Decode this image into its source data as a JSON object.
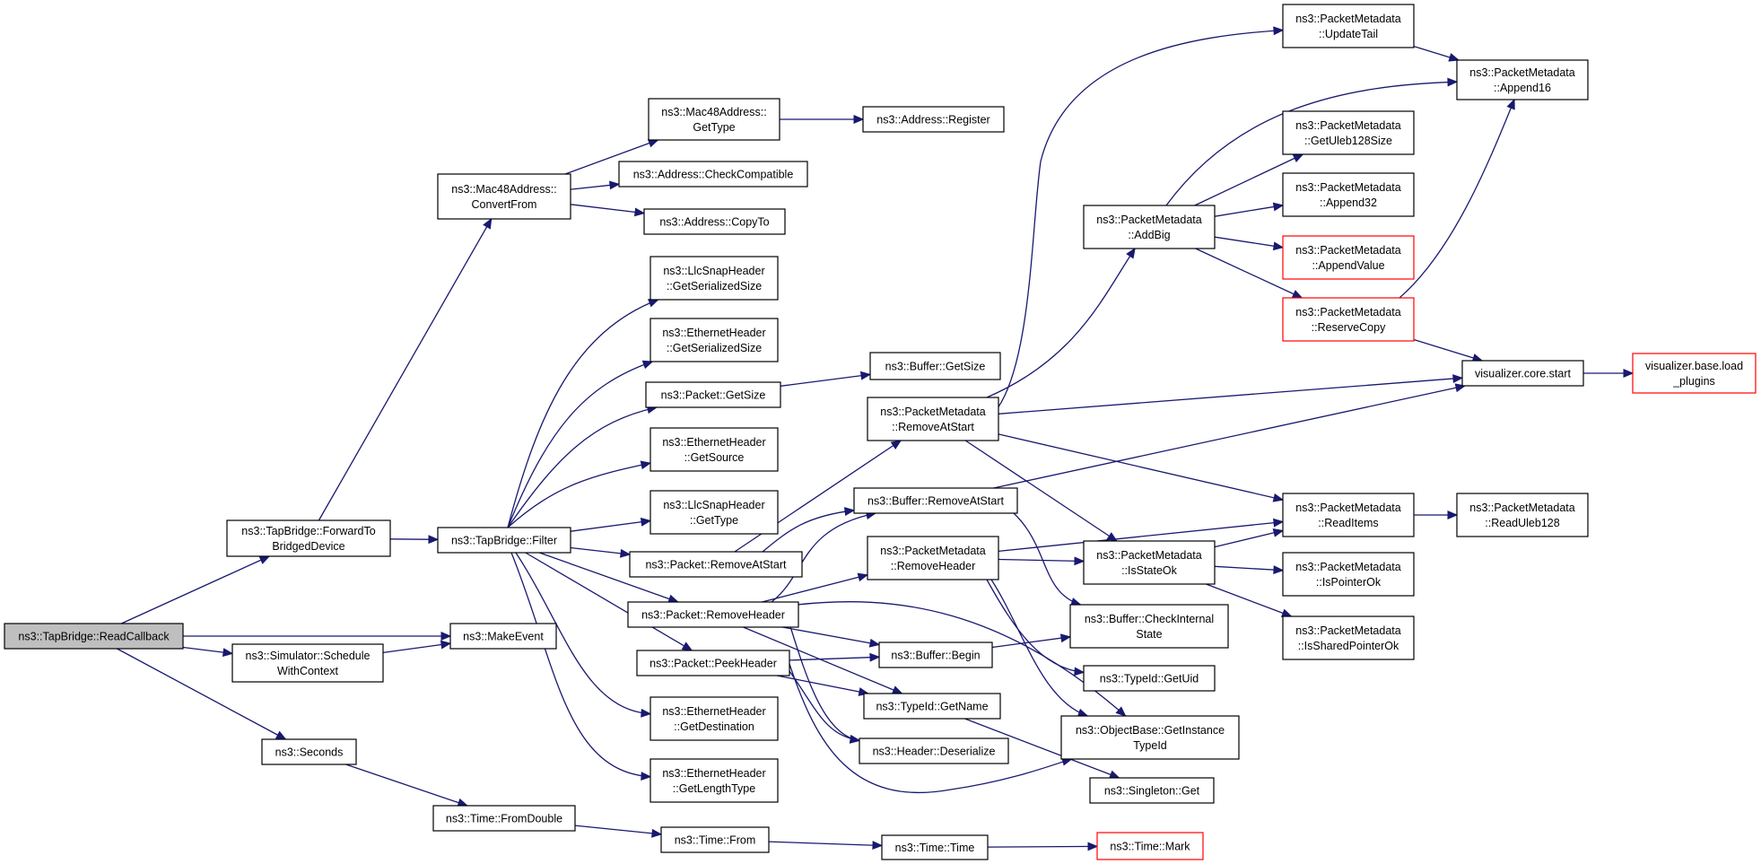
{
  "diagram": {
    "colors": {
      "edge": "#191970",
      "border_normal": "#000000",
      "border_truncated": "#ff0000",
      "fill_root": "#bfbfbf",
      "fill_normal": "#ffffff"
    },
    "nodes": [
      {
        "id": "readcb",
        "lines": [
          "ns3::TapBridge::ReadCallback"
        ],
        "style": "root"
      },
      {
        "id": "fwd",
        "lines": [
          "ns3::TapBridge::ForwardTo",
          "BridgedDevice"
        ]
      },
      {
        "id": "sched",
        "lines": [
          "ns3::Simulator::Schedule",
          "WithContext"
        ]
      },
      {
        "id": "makeevent",
        "lines": [
          "ns3::MakeEvent"
        ]
      },
      {
        "id": "seconds",
        "lines": [
          "ns3::Seconds"
        ]
      },
      {
        "id": "fromdouble",
        "lines": [
          "ns3::Time::FromDouble"
        ]
      },
      {
        "id": "timefrom",
        "lines": [
          "ns3::Time::From"
        ]
      },
      {
        "id": "timetime",
        "lines": [
          "ns3::Time::Time"
        ]
      },
      {
        "id": "timemark",
        "lines": [
          "ns3::Time::Mark"
        ],
        "style": "truncated"
      },
      {
        "id": "convertfrom",
        "lines": [
          "ns3::Mac48Address::",
          "ConvertFrom"
        ]
      },
      {
        "id": "mac48gettype",
        "lines": [
          "ns3::Mac48Address::",
          "GetType"
        ]
      },
      {
        "id": "addrregister",
        "lines": [
          "ns3::Address::Register"
        ]
      },
      {
        "id": "checkcompat",
        "lines": [
          "ns3::Address::CheckCompatible"
        ]
      },
      {
        "id": "copyto",
        "lines": [
          "ns3::Address::CopyTo"
        ]
      },
      {
        "id": "filter",
        "lines": [
          "ns3::TapBridge::Filter"
        ]
      },
      {
        "id": "llcsize",
        "lines": [
          "ns3::LlcSnapHeader",
          "::GetSerializedSize"
        ]
      },
      {
        "id": "ethsize",
        "lines": [
          "ns3::EthernetHeader",
          "::GetSerializedSize"
        ]
      },
      {
        "id": "pktgetsize",
        "lines": [
          "ns3::Packet::GetSize"
        ]
      },
      {
        "id": "bufgetsize",
        "lines": [
          "ns3::Buffer::GetSize"
        ]
      },
      {
        "id": "ethsource",
        "lines": [
          "ns3::EthernetHeader",
          "::GetSource"
        ]
      },
      {
        "id": "llcgettype",
        "lines": [
          "ns3::LlcSnapHeader",
          "::GetType"
        ]
      },
      {
        "id": "pktremovestart",
        "lines": [
          "ns3::Packet::RemoveAtStart"
        ]
      },
      {
        "id": "pktremoveheader",
        "lines": [
          "ns3::Packet::RemoveHeader"
        ]
      },
      {
        "id": "pktpeekheader",
        "lines": [
          "ns3::Packet::PeekHeader"
        ]
      },
      {
        "id": "ethdest",
        "lines": [
          "ns3::EthernetHeader",
          "::GetDestination"
        ]
      },
      {
        "id": "ethlentype",
        "lines": [
          "ns3::EthernetHeader",
          "::GetLengthType"
        ]
      },
      {
        "id": "pmremovestart",
        "lines": [
          "ns3::PacketMetadata",
          "::RemoveAtStart"
        ]
      },
      {
        "id": "bufremovestart",
        "lines": [
          "ns3::Buffer::RemoveAtStart"
        ]
      },
      {
        "id": "pmremoveheader",
        "lines": [
          "ns3::PacketMetadata",
          "::RemoveHeader"
        ]
      },
      {
        "id": "bufbegin",
        "lines": [
          "ns3::Buffer::Begin"
        ]
      },
      {
        "id": "typeidgetname",
        "lines": [
          "ns3::TypeId::GetName"
        ]
      },
      {
        "id": "headerdeser",
        "lines": [
          "ns3::Header::Deserialize"
        ]
      },
      {
        "id": "addbig",
        "lines": [
          "ns3::PacketMetadata",
          "::AddBig"
        ]
      },
      {
        "id": "isstateok",
        "lines": [
          "ns3::PacketMetadata",
          "::IsStateOk"
        ]
      },
      {
        "id": "bufcheckint",
        "lines": [
          "ns3::Buffer::CheckInternal",
          "State"
        ]
      },
      {
        "id": "typeidgetuid",
        "lines": [
          "ns3::TypeId::GetUid"
        ]
      },
      {
        "id": "objgetinst",
        "lines": [
          "ns3::ObjectBase::GetInstance",
          "TypeId"
        ]
      },
      {
        "id": "singletonget",
        "lines": [
          "ns3::Singleton::Get"
        ]
      },
      {
        "id": "updatetail",
        "lines": [
          "ns3::PacketMetadata",
          "::UpdateTail"
        ]
      },
      {
        "id": "append16",
        "lines": [
          "ns3::PacketMetadata",
          "::Append16"
        ]
      },
      {
        "id": "getuleb",
        "lines": [
          "ns3::PacketMetadata",
          "::GetUleb128Size"
        ]
      },
      {
        "id": "append32",
        "lines": [
          "ns3::PacketMetadata",
          "::Append32"
        ]
      },
      {
        "id": "appendvalue",
        "lines": [
          "ns3::PacketMetadata",
          "::AppendValue"
        ],
        "style": "truncated"
      },
      {
        "id": "reservecopy",
        "lines": [
          "ns3::PacketMetadata",
          "::ReserveCopy"
        ],
        "style": "truncated"
      },
      {
        "id": "vizstart",
        "lines": [
          "visualizer.core.start"
        ]
      },
      {
        "id": "vizload",
        "lines": [
          "visualizer.base.load",
          "_plugins"
        ],
        "style": "truncated"
      },
      {
        "id": "readitems",
        "lines": [
          "ns3::PacketMetadata",
          "::ReadItems"
        ]
      },
      {
        "id": "readuleb",
        "lines": [
          "ns3::PacketMetadata",
          "::ReadUleb128"
        ]
      },
      {
        "id": "ispointerok",
        "lines": [
          "ns3::PacketMetadata",
          "::IsPointerOk"
        ]
      },
      {
        "id": "issharedok",
        "lines": [
          "ns3::PacketMetadata",
          "::IsSharedPointerOk"
        ]
      }
    ],
    "edges": [
      [
        "readcb",
        "fwd"
      ],
      [
        "readcb",
        "makeevent"
      ],
      [
        "readcb",
        "sched"
      ],
      [
        "readcb",
        "seconds"
      ],
      [
        "sched",
        "makeevent"
      ],
      [
        "seconds",
        "fromdouble"
      ],
      [
        "fromdouble",
        "timefrom"
      ],
      [
        "timefrom",
        "timetime"
      ],
      [
        "timetime",
        "timemark"
      ],
      [
        "fwd",
        "convertfrom"
      ],
      [
        "fwd",
        "filter"
      ],
      [
        "convertfrom",
        "mac48gettype"
      ],
      [
        "convertfrom",
        "checkcompat"
      ],
      [
        "convertfrom",
        "copyto"
      ],
      [
        "mac48gettype",
        "addrregister"
      ],
      [
        "filter",
        "llcsize"
      ],
      [
        "filter",
        "ethsize"
      ],
      [
        "filter",
        "pktgetsize"
      ],
      [
        "filter",
        "ethsource"
      ],
      [
        "filter",
        "llcgettype"
      ],
      [
        "filter",
        "pktremovestart"
      ],
      [
        "filter",
        "pktremoveheader"
      ],
      [
        "filter",
        "pktpeekheader"
      ],
      [
        "filter",
        "ethdest"
      ],
      [
        "filter",
        "ethlentype"
      ],
      [
        "pktgetsize",
        "bufgetsize"
      ],
      [
        "pktremovestart",
        "pmremovestart"
      ],
      [
        "pktremovestart",
        "bufremovestart"
      ],
      [
        "pktremoveheader",
        "bufremovestart"
      ],
      [
        "pktremoveheader",
        "pmremoveheader"
      ],
      [
        "pktremoveheader",
        "bufbegin"
      ],
      [
        "pktremoveheader",
        "typeidgetname"
      ],
      [
        "pktremoveheader",
        "headerdeser"
      ],
      [
        "pktremoveheader",
        "objgetinst"
      ],
      [
        "pktpeekheader",
        "bufbegin"
      ],
      [
        "pktpeekheader",
        "typeidgetname"
      ],
      [
        "pktpeekheader",
        "headerdeser"
      ],
      [
        "pktpeekheader",
        "objgetinst"
      ],
      [
        "pmremovestart",
        "updatetail"
      ],
      [
        "pmremovestart",
        "addbig"
      ],
      [
        "pmremovestart",
        "vizstart"
      ],
      [
        "pmremovestart",
        "readitems"
      ],
      [
        "pmremovestart",
        "isstateok"
      ],
      [
        "bufremovestart",
        "vizstart"
      ],
      [
        "bufremovestart",
        "bufcheckint"
      ],
      [
        "pmremoveheader",
        "readitems"
      ],
      [
        "pmremoveheader",
        "isstateok"
      ],
      [
        "pmremoveheader",
        "typeidgetuid"
      ],
      [
        "pmremoveheader",
        "objgetinst"
      ],
      [
        "bufbegin",
        "bufcheckint"
      ],
      [
        "typeidgetname",
        "singletonget"
      ],
      [
        "addbig",
        "append16"
      ],
      [
        "addbig",
        "getuleb"
      ],
      [
        "addbig",
        "append32"
      ],
      [
        "addbig",
        "appendvalue"
      ],
      [
        "addbig",
        "reservecopy"
      ],
      [
        "updatetail",
        "append16"
      ],
      [
        "reservecopy",
        "append16"
      ],
      [
        "reservecopy",
        "vizstart"
      ],
      [
        "vizstart",
        "vizload"
      ],
      [
        "isstateok",
        "readitems"
      ],
      [
        "isstateok",
        "ispointerok"
      ],
      [
        "isstateok",
        "issharedok"
      ],
      [
        "readitems",
        "readuleb"
      ]
    ]
  }
}
